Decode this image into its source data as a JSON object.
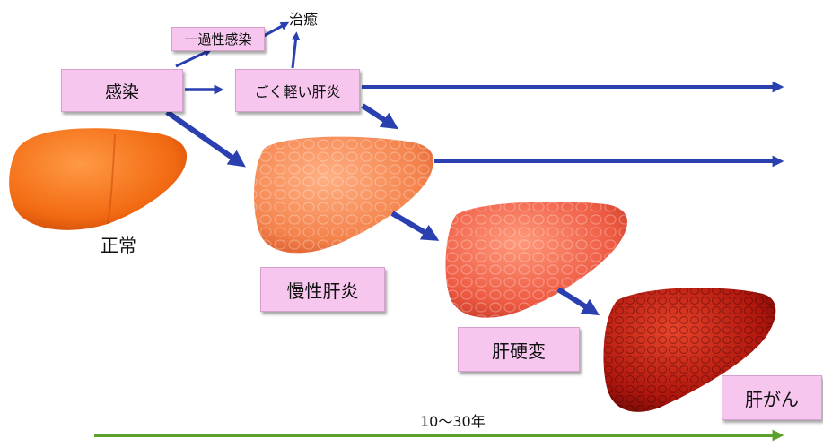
{
  "labels": {
    "infection": "感染",
    "transient_infection": "一過性感染",
    "cure": "治癒",
    "mild_hepatitis": "ごく軽い肝炎",
    "normal": "正常",
    "chronic_hepatitis": "慢性肝炎",
    "cirrhosis": "肝硬変",
    "liver_cancer": "肝がん",
    "timeline": "10〜30年"
  },
  "colors": {
    "box_fill": "#f7c6ef",
    "arrow_blue": "#2a3fb0",
    "timeline_green": "#5aa02c",
    "liver_normal": "#f26a12",
    "liver_chronic": "#f4834c",
    "liver_cirrhosis": "#ee5a42",
    "liver_cancer": "#b0160d"
  }
}
